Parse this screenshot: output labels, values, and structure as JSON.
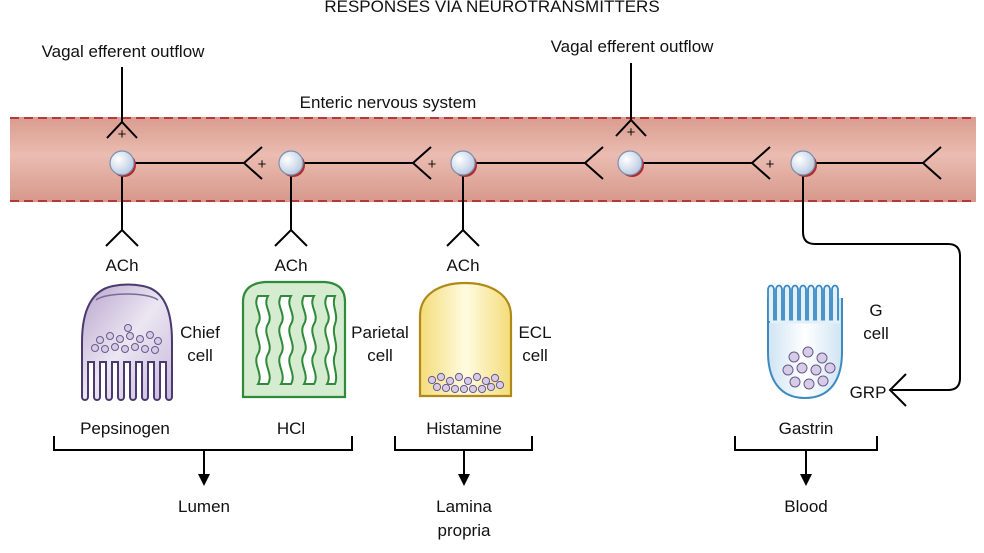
{
  "title": "RESPONSES VIA NEUROTRANSMITTERS",
  "band_label": "Enteric nervous system",
  "vagal_labels": [
    "Vagal efferent outflow",
    "Vagal efferent outflow"
  ],
  "plus_sign": "+",
  "neurotransmitter_labels": [
    "ACh",
    "ACh",
    "ACh"
  ],
  "grp_label": "GRP",
  "cells": [
    {
      "name_line1": "Chief",
      "name_line2": "cell",
      "product": "Pepsinogen"
    },
    {
      "name_line1": "Parietal",
      "name_line2": "cell",
      "product": "HCl"
    },
    {
      "name_line1": "ECL",
      "name_line2": "cell",
      "product": "Histamine"
    },
    {
      "name_line1": "G",
      "name_line2": "cell",
      "product": "Gastrin"
    }
  ],
  "destinations": [
    {
      "line1": "Lumen",
      "line2": ""
    },
    {
      "line1": "Lamina",
      "line2": "propria"
    },
    {
      "line1": "Blood",
      "line2": ""
    }
  ],
  "colors": {
    "band_fill": "#e6b2a6",
    "band_dash": "#b22a2a",
    "neuron_fill": "#dde7f3",
    "neuron_edge": "#7890b0",
    "chief_cell": "#cfc2de",
    "parietal_cell": "#d6ecd0",
    "ecl_cell": "#fbf0b0",
    "g_cell": "#e2f0fa",
    "granule": "#d6cce8"
  }
}
